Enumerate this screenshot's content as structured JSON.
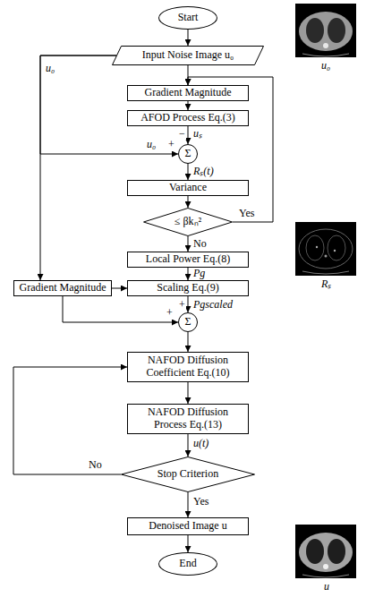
{
  "diagram": {
    "nodes": [
      {
        "text": [
          "Start"
        ]
      },
      {
        "text": [
          "Input Noise Image u₀"
        ]
      },
      {
        "text": [
          "Gradient Magnitude"
        ]
      },
      {
        "text": [
          "AFOD Process Eq.(3)"
        ]
      },
      {
        "text": [
          "Σ"
        ]
      },
      {
        "text": [
          "Variance"
        ]
      },
      {
        "text": [
          "≤ βkₙ²"
        ]
      },
      {
        "text": [
          "Local Power Eq.(8)"
        ]
      },
      {
        "text": [
          "Gradient Magnitude"
        ]
      },
      {
        "text": [
          "Scaling Eq.(9)"
        ]
      },
      {
        "text": [
          "Σ"
        ]
      },
      {
        "text": [
          "NAFOD Diffusion Coefficient Eq.(10)"
        ]
      },
      {
        "text": [
          "NAFOD Diffusion Process Eq.(13)"
        ]
      },
      {
        "text": [
          "Stop Criterion"
        ]
      },
      {
        "text": [
          "Denoised Image u"
        ]
      },
      {
        "text": [
          "End"
        ]
      }
    ],
    "edges": [
      {
        "from": 0,
        "to": 1,
        "arrow": "to"
      },
      {
        "from": 1,
        "to": 2,
        "arrow": "to"
      },
      {
        "from": 2,
        "to": 3,
        "arrow": "to"
      },
      {
        "from": 3,
        "to": 4,
        "label": "uₛ",
        "arrow": "to"
      },
      {
        "from": 1,
        "to": 4,
        "label": "u₀",
        "arrow": "to"
      },
      {
        "from": 4,
        "to": 5,
        "label": "Rₛ(t)",
        "arrow": "to"
      },
      {
        "from": 5,
        "to": 6,
        "arrow": "to"
      },
      {
        "from": 6,
        "to": 2,
        "label": "Yes",
        "arrow": "to"
      },
      {
        "from": 6,
        "to": 7,
        "label": "No",
        "arrow": "to"
      },
      {
        "from": 7,
        "to": 9,
        "label": "Pg",
        "arrow": "to"
      },
      {
        "from": 1,
        "to": 8,
        "label": "u₀",
        "arrow": "to"
      },
      {
        "from": 8,
        "to": 9,
        "arrow": "to"
      },
      {
        "from": 8,
        "to": 10,
        "arrow": "to"
      },
      {
        "from": 9,
        "to": 10,
        "label": "Pgscaled",
        "arrow": "to"
      },
      {
        "from": 10,
        "to": 11,
        "arrow": "to"
      },
      {
        "from": 11,
        "to": 12,
        "arrow": "to"
      },
      {
        "from": 12,
        "to": 13,
        "label": "u(t)",
        "arrow": "to"
      },
      {
        "from": 13,
        "to": 11,
        "label": "No",
        "arrow": "to"
      },
      {
        "from": 13,
        "to": 14,
        "label": "Yes",
        "arrow": "to"
      },
      {
        "from": 14,
        "to": 15,
        "arrow": "to"
      }
    ],
    "labels": [
      "−",
      "+",
      "+",
      "+",
      "u₀",
      "Rₛ",
      "u"
    ]
  }
}
